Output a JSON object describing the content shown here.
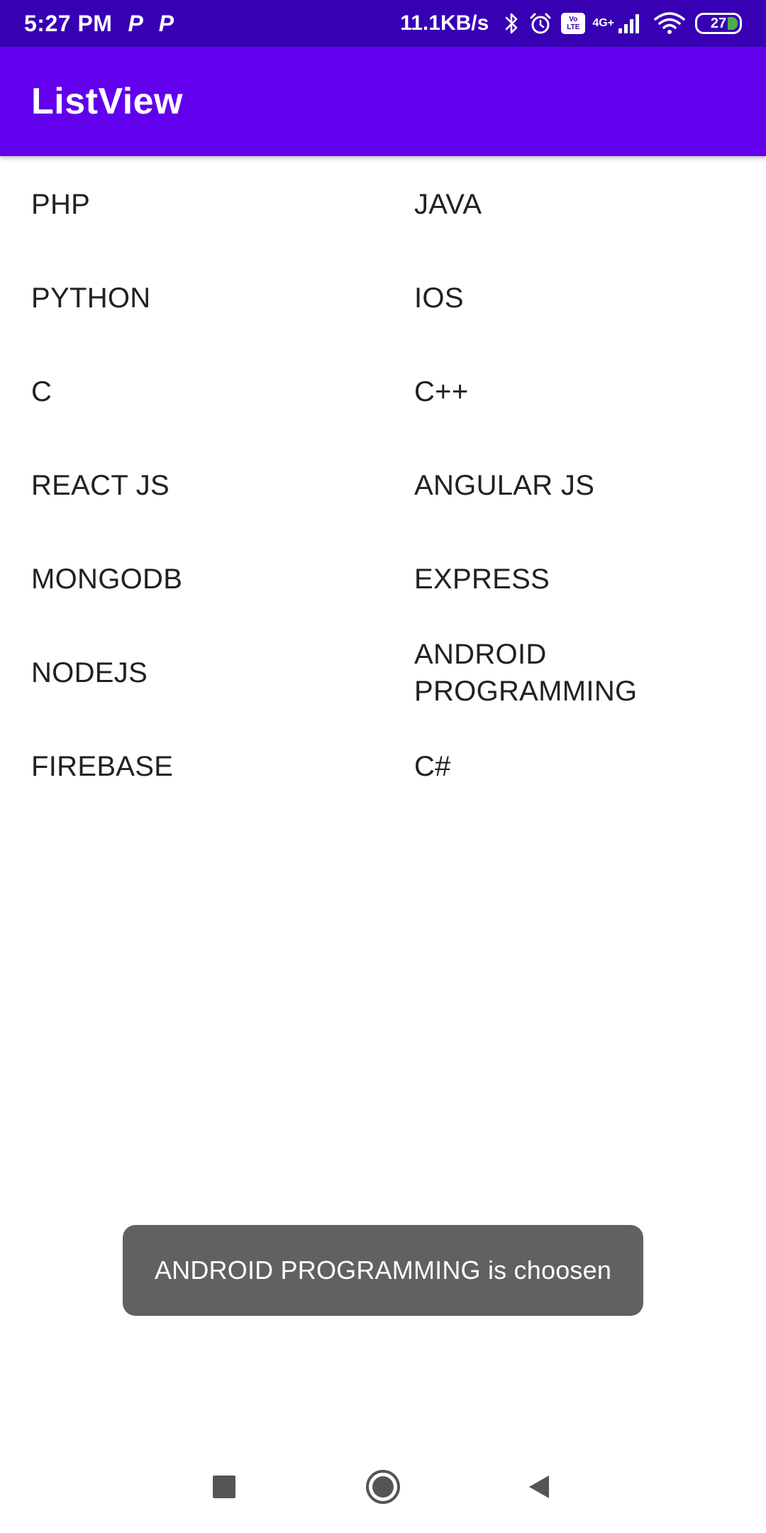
{
  "status_bar": {
    "time": "5:27 PM",
    "notification_icons": [
      "P",
      "P"
    ],
    "net_speed": "11.1KB/s",
    "volte_top": "Vo",
    "volte_bottom": "LTE",
    "network_type": "4G+",
    "battery_level": "27",
    "icons": [
      "bluetooth-icon",
      "alarm-icon",
      "volte-icon",
      "signal-icon",
      "wifi-icon",
      "battery-icon"
    ]
  },
  "app_bar": {
    "title": "ListView"
  },
  "grid": {
    "items": [
      "PHP",
      "JAVA",
      "PYTHON",
      "IOS",
      "C",
      "C++",
      "REACT JS",
      "ANGULAR JS",
      "MONGODB",
      "EXPRESS",
      "NODEJS",
      "ANDROID PROGRAMMING",
      "FIREBASE",
      "C#"
    ]
  },
  "toast": {
    "message": "ANDROID PROGRAMMING is choosen"
  },
  "nav_bar": {
    "buttons": [
      "recents-icon",
      "home-icon",
      "back-icon"
    ]
  },
  "colors": {
    "status_bar": "#3700b3",
    "app_bar": "#6200ee",
    "toast": "#616161",
    "text": "#212121"
  }
}
